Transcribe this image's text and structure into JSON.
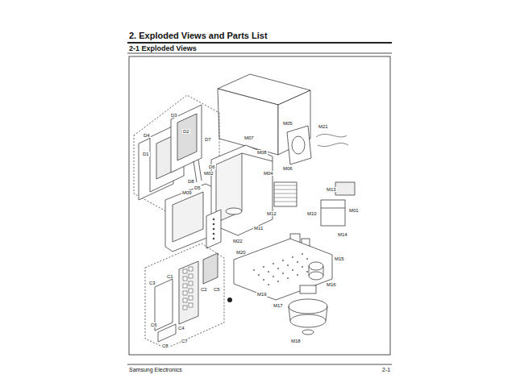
{
  "diagram": {
    "title": "2. Exploded Views and Parts List",
    "labels": [
      "2-1 Exploded Views",
      "D3",
      "D2",
      "D4",
      "D1",
      "D7",
      "D6",
      "D8",
      "D5",
      "M07",
      "M08",
      "M05",
      "M06",
      "M21",
      "M04",
      "M02",
      "M09",
      "M22",
      "M11",
      "M12",
      "M13",
      "M10",
      "M01",
      "M14",
      "M20",
      "M15",
      "M16",
      "M17",
      "M19",
      "M18",
      "C1",
      "C2",
      "C4",
      "C3",
      "C5",
      "C6",
      "C7",
      "C8",
      "Samsung Electronics",
      "2-1"
    ]
  }
}
